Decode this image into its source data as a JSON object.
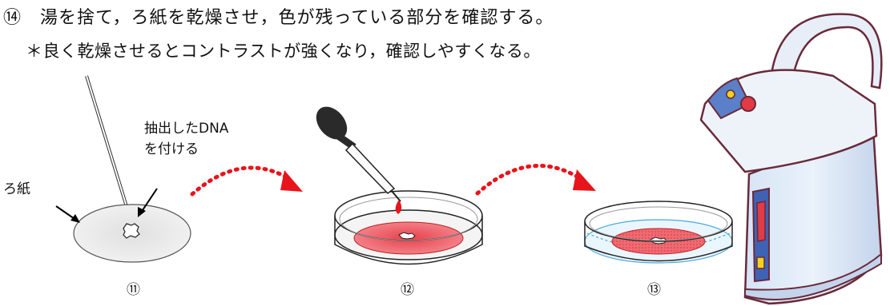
{
  "instructions": {
    "step14": "⑭　湯を捨て，ろ紙を乾燥させ，色が残っている部分を確認する。",
    "note": "＊良く乾燥させるとコントラストが強くなり，確認しやすくなる。"
  },
  "labels": {
    "dna_line1": "抽出したDNA",
    "dna_line2": "を付ける",
    "filter_paper": "ろ紙"
  },
  "steps": [
    "⑪",
    "⑫",
    "⑬"
  ],
  "colors": {
    "red_arrow": "#e8141b",
    "dish_red": "#e8414a",
    "pot_blue": "#3f62b5",
    "pot_outline": "#6a2a3a"
  }
}
